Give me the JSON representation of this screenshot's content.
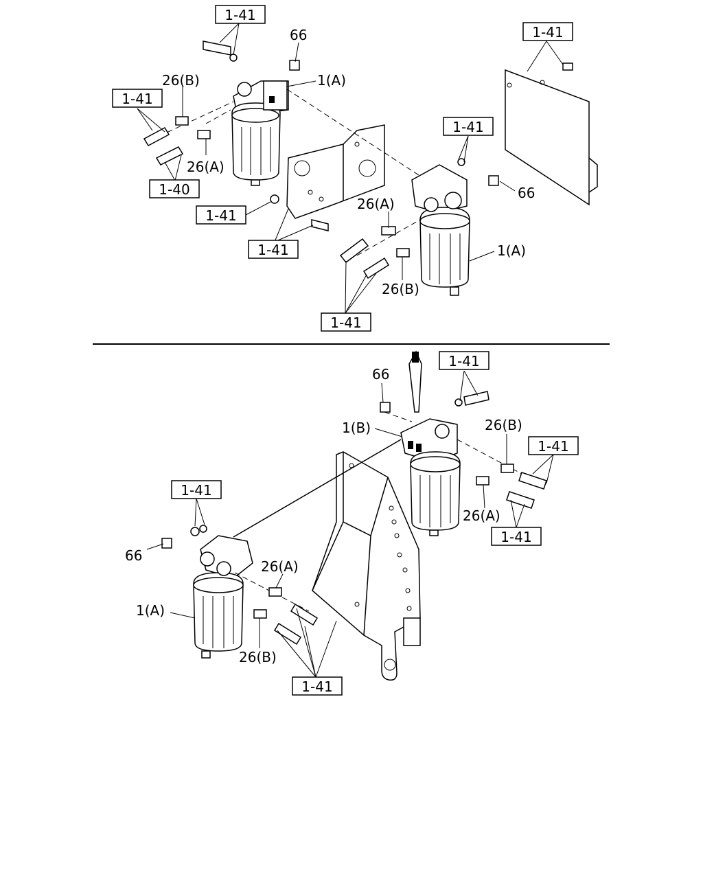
{
  "diagram": {
    "top_section": {
      "ref_boxes": [
        "1-41",
        "1-41",
        "1-41",
        "1-41",
        "1-40",
        "1-41",
        "1-41"
      ],
      "callouts": [
        "66",
        "1(A)",
        "26(B)",
        "26(A)",
        "66",
        "26(A)",
        "1(A)",
        "26(B)"
      ]
    },
    "bottom_section": {
      "ref_boxes": [
        "1-41",
        "1-41",
        "1-41",
        "1-41",
        "1-41"
      ],
      "callouts": [
        "66",
        "1(B)",
        "26(B)",
        "26(A)",
        "66",
        "26(A)",
        "1(A)",
        "26(B)"
      ]
    }
  }
}
